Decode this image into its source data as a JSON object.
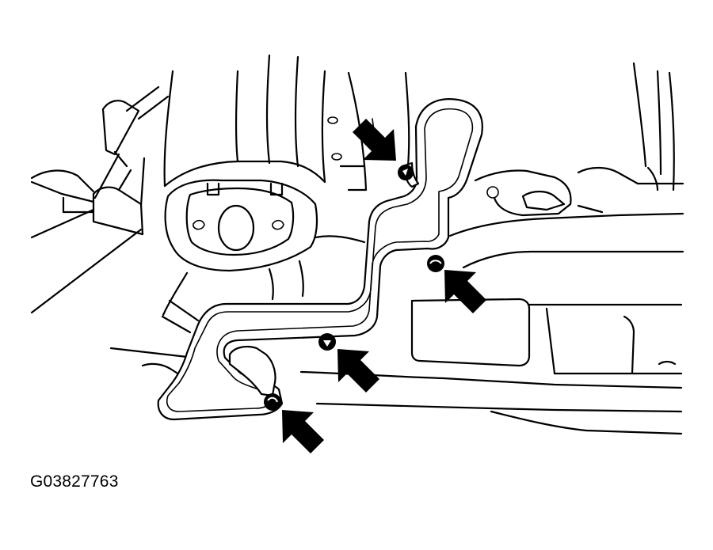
{
  "figure": {
    "id_label": "G03827763",
    "line_color": "#000000",
    "background_color": "#ffffff"
  },
  "callouts": [
    {
      "name": "upper-bracket-bolt",
      "icon": "arrow-pointing-down-right"
    },
    {
      "name": "right-bracket-bolt",
      "icon": "arrow-pointing-up-left"
    },
    {
      "name": "center-bracket-bolt",
      "icon": "arrow-pointing-up-left"
    },
    {
      "name": "lower-bracket-bolt",
      "icon": "arrow-pointing-up-left"
    }
  ]
}
